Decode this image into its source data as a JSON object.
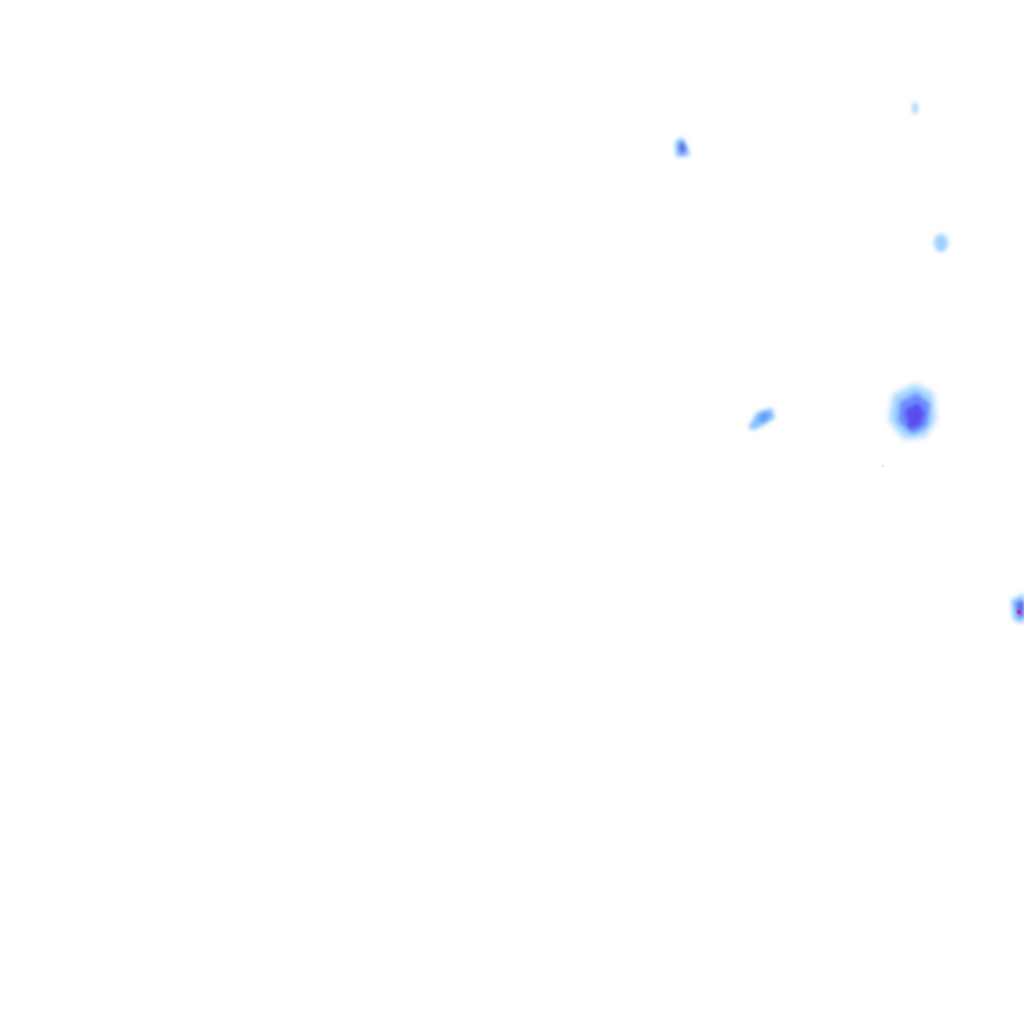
{
  "map": {
    "type": "precipitation-radar-overlay",
    "background": "#ffffff",
    "legend_colors": {
      "light": "#9fd3ff",
      "moderate": "#5aa2ff",
      "heavy": "#5b4df0",
      "intense": "#e0208a"
    },
    "echoes": [
      {
        "id": "cell-small-top-right",
        "intensity": "light"
      },
      {
        "id": "cell-top-center-right",
        "intensity": "heavy"
      },
      {
        "id": "cell-upper-right",
        "intensity": "light"
      },
      {
        "id": "cell-middle-streak",
        "intensity": "moderate"
      },
      {
        "id": "cell-large-right",
        "intensity": "heavy"
      },
      {
        "id": "cell-edge-right",
        "intensity": "intense"
      }
    ]
  }
}
